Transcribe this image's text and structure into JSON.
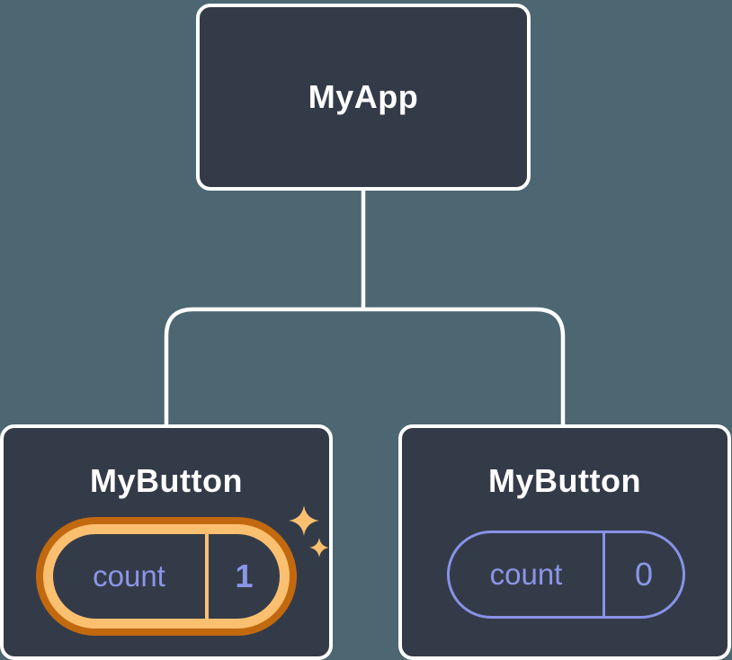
{
  "diagram": {
    "type": "component-tree",
    "background_color": "#4C6771",
    "colors": {
      "node_fill": "#343B48",
      "node_border": "#FFFFFF",
      "connector": "#FFFFFF",
      "title_text": "#FFFFFF",
      "state_text": "#8A96E8",
      "state_border_plain": "#8792E8",
      "highlight_ring_outer": "#C2690F",
      "highlight_ring_inner": "#FAC070",
      "sparkle": "#FAC070"
    },
    "tree": {
      "root": {
        "label": "MyApp"
      },
      "children": [
        {
          "label": "MyButton",
          "state": {
            "key": "count",
            "value": "1"
          },
          "highlighted": true,
          "icon": "sparkles-icon"
        },
        {
          "label": "MyButton",
          "state": {
            "key": "count",
            "value": "0"
          },
          "highlighted": false
        }
      ]
    }
  }
}
